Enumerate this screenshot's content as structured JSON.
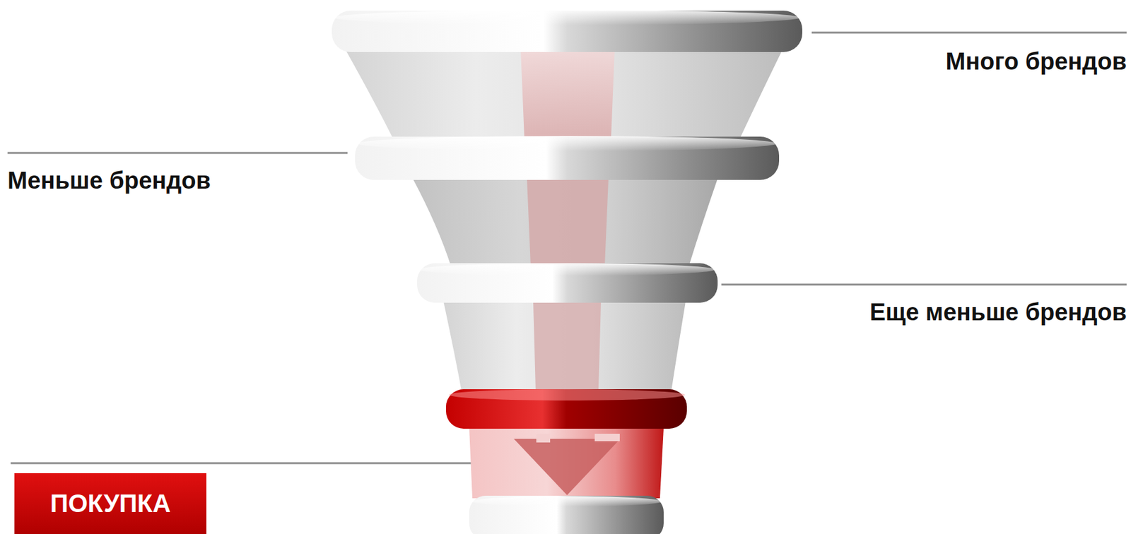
{
  "diagram": {
    "nodes": [
      {
        "text": [
          "ПОКУПКА"
        ]
      }
    ],
    "labels": [
      "Много брендов",
      "Меньше брендов",
      "Еще меньше брендов"
    ]
  }
}
